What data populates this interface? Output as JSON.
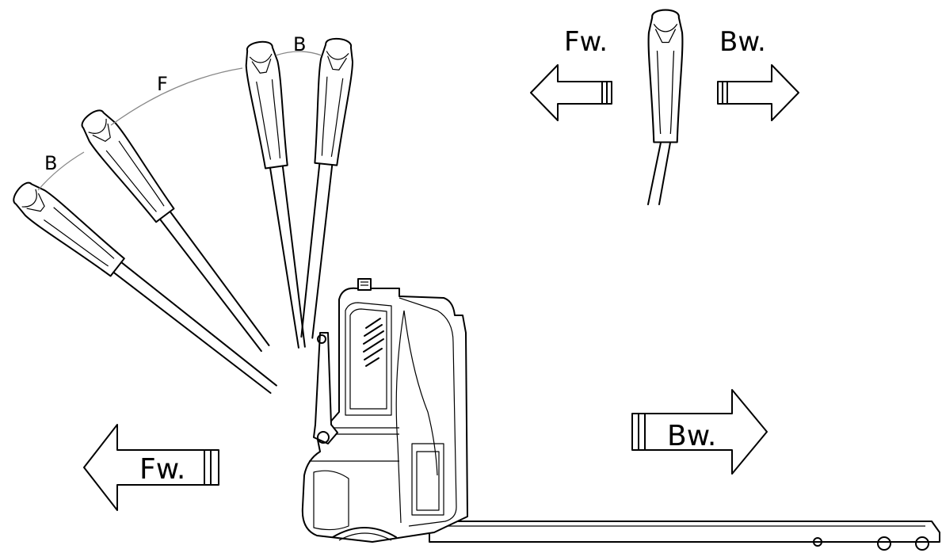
{
  "labels": {
    "arc_b_top": "B",
    "arc_f": "F",
    "arc_b_left": "B",
    "inset_forward": "Fw.",
    "inset_backward": "Bw.",
    "main_forward": "Fw.",
    "main_backward": "Bw."
  },
  "colors": {
    "line": "#000000",
    "arc": "#888888",
    "background": "#ffffff"
  },
  "icons": {
    "handle": "tiller-handle-icon",
    "arrow": "direction-arrow-icon",
    "truck": "pallet-truck-icon"
  }
}
